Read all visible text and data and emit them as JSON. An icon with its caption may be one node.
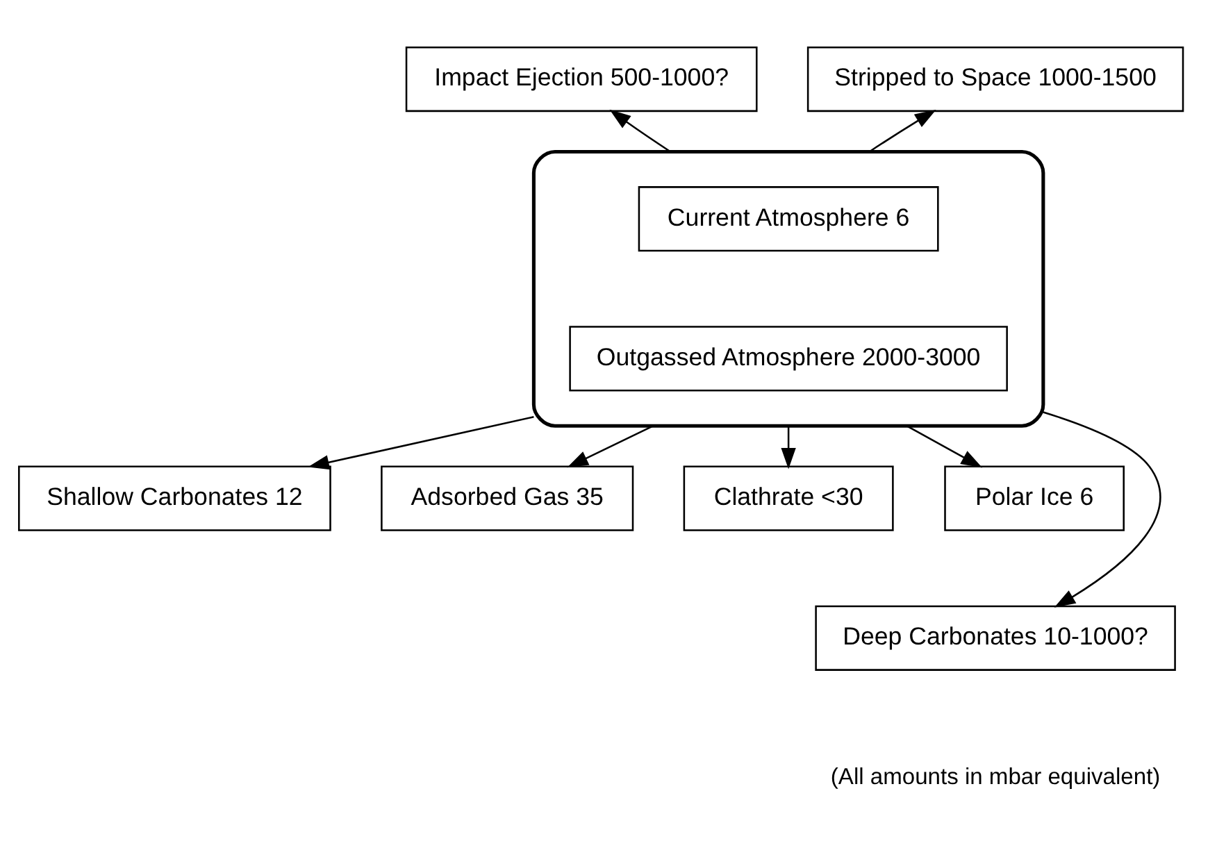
{
  "diagram": {
    "nodes": [
      {
        "text": [
          "Impact Ejection 500-1000?"
        ]
      },
      {
        "text": [
          "Stripped to Space 1000-1500"
        ]
      },
      {
        "text": [],
        "shape": "cloud"
      },
      {
        "text": [
          "Current Atmosphere 6"
        ],
        "in": 2
      },
      {
        "text": [
          "Outgassed Atmosphere 2000-3000"
        ],
        "in": 2
      },
      {
        "text": [
          "Shallow Carbonates 12"
        ]
      },
      {
        "text": [
          "Adsorbed Gas 35"
        ]
      },
      {
        "text": [
          "Clathrate <30"
        ]
      },
      {
        "text": [
          "Polar Ice 6"
        ]
      },
      {
        "text": [
          "Deep Carbonates 10-1000?"
        ]
      }
    ],
    "edges": [
      {
        "from": 2,
        "to": 0,
        "arrow": "to"
      },
      {
        "from": 2,
        "to": 1,
        "arrow": "to"
      },
      {
        "from": 2,
        "to": 5,
        "arrow": "to"
      },
      {
        "from": 2,
        "to": 9,
        "arrow": "to"
      },
      {
        "from": 2,
        "to": 6,
        "arrow": "to"
      },
      {
        "from": 2,
        "to": 7,
        "arrow": "to"
      },
      {
        "from": 2,
        "to": 8,
        "arrow": "to"
      }
    ],
    "labels": [
      "(All amounts in mbar equivalent)"
    ]
  }
}
